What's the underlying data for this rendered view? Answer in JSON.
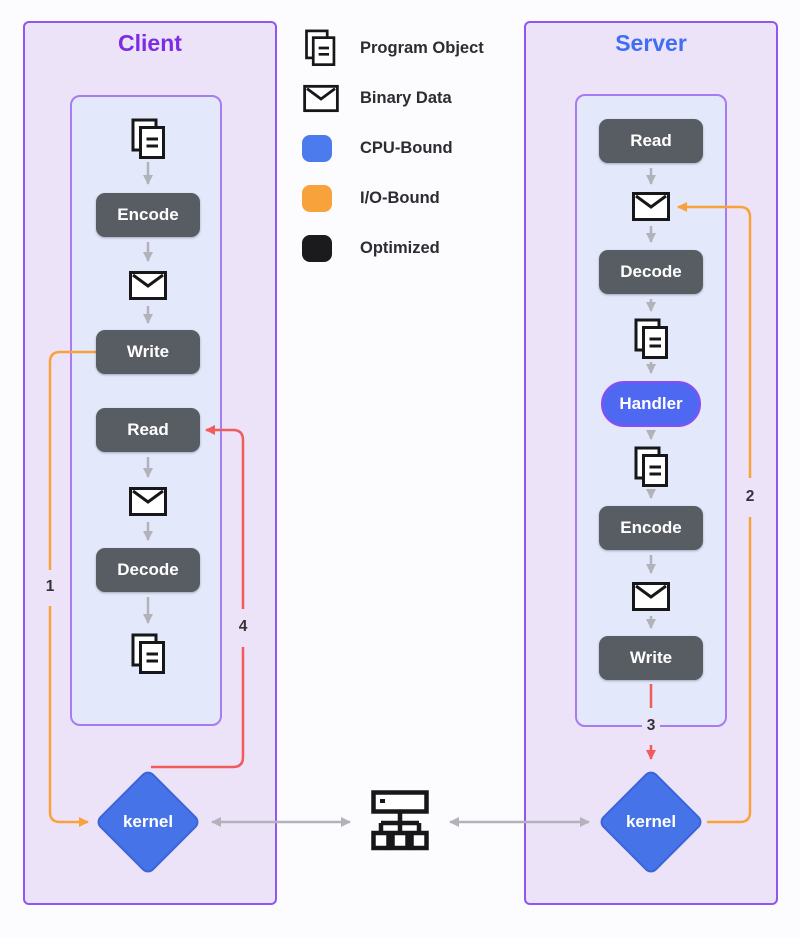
{
  "client": {
    "title": "Client",
    "nodes": {
      "encode": "Encode",
      "write": "Write",
      "read": "Read",
      "decode": "Decode"
    },
    "kernel": "kernel",
    "arrow_labels": {
      "write_to_kernel": "1",
      "kernel_to_read": "4"
    }
  },
  "server": {
    "title": "Server",
    "nodes": {
      "read": "Read",
      "decode": "Decode",
      "handler": "Handler",
      "encode": "Encode",
      "write": "Write"
    },
    "kernel": "kernel",
    "arrow_labels": {
      "kernel_to_data": "2",
      "write_to_kernel": "3"
    }
  },
  "legend": {
    "items": [
      {
        "icon": "program-object-icon",
        "label": "Program Object"
      },
      {
        "icon": "binary-data-icon",
        "label": "Binary Data"
      },
      {
        "icon": "cpu-bound-swatch",
        "label": "CPU-Bound"
      },
      {
        "icon": "io-bound-swatch",
        "label": "I/O-Bound"
      },
      {
        "icon": "optimized-swatch",
        "label": "Optimized"
      }
    ]
  },
  "colors": {
    "panel_border": "#8f57ee",
    "inner_border": "#a77cf2",
    "panel_bg": "#ece3f8",
    "inner_bg": "#e3e8fa",
    "step_bg": "#585c63",
    "cpu_bound": "#4b7bec",
    "io_bound": "#f7a23b",
    "optimized": "#1b1b1e",
    "kernel_fill": "#4673e8",
    "handler_fill": "#4f68f2",
    "handler_border": "#8a4df2",
    "red_line": "#f15b5b",
    "gray_line": "#b2b2bb",
    "client_title": "#7c2ce2",
    "server_title": "#3f6ef2"
  }
}
